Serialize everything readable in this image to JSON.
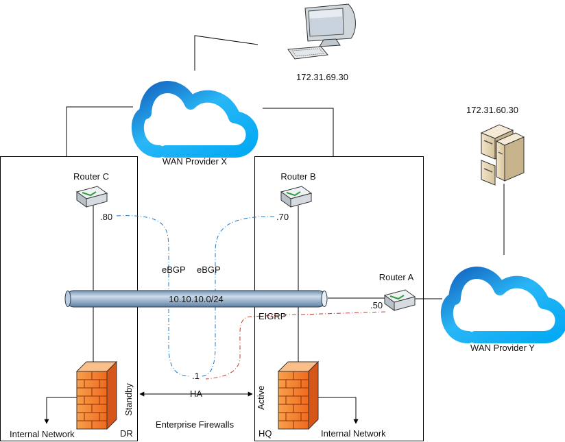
{
  "workstation": {
    "ip": "172.31.69.30"
  },
  "server": {
    "ip": "172.31.60.30"
  },
  "wan_x": {
    "label": "WAN Provider X"
  },
  "wan_y": {
    "label": "WAN Provider Y"
  },
  "routers": {
    "c": {
      "label": "Router C",
      "ip": ".80"
    },
    "b": {
      "label": "Router B",
      "ip": ".70"
    },
    "a": {
      "label": "Router A",
      "ip": ".50"
    }
  },
  "bus": {
    "label": "10.10.10.0/24"
  },
  "protocols": {
    "ebgp_left": "eBGP",
    "ebgp_right": "eBGP",
    "eigrp": "EIGRP"
  },
  "firewalls": {
    "vip": ".1",
    "ha": "HA",
    "standby": "Standby",
    "active": "Active",
    "group_label": "Enterprise Firewalls"
  },
  "sites": {
    "dr": {
      "label": "DR",
      "network": "Internal Network"
    },
    "hq": {
      "label": "HQ",
      "network": "Internal Network"
    }
  },
  "colors": {
    "cloud_light": "#29b6f6",
    "cloud_dark": "#1565c0",
    "bgp_link": "#1e78c8",
    "eigrp_link": "#c0392b",
    "firewall": "#f26522",
    "bus": "#9fb7d0"
  }
}
